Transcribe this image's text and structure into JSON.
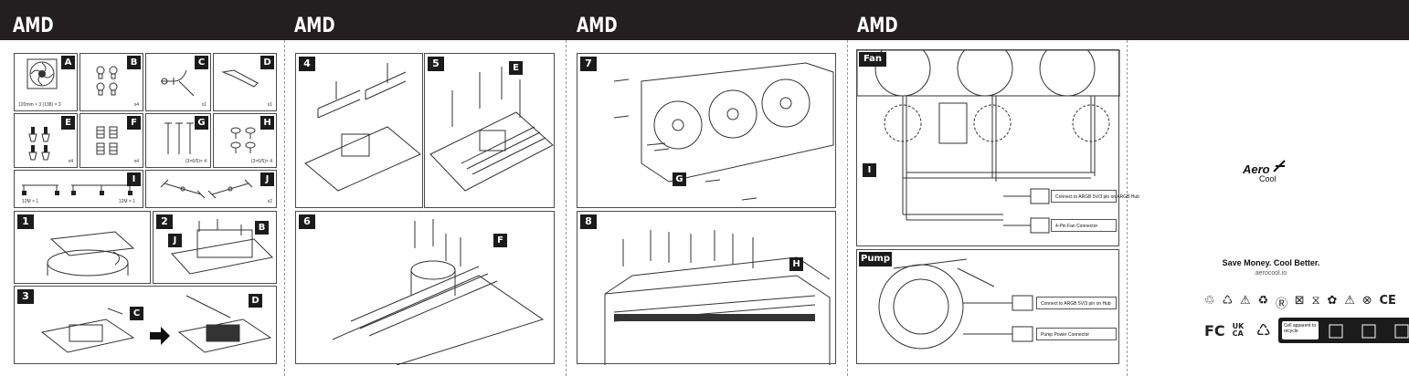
{
  "header": {
    "brand_labels": [
      "AMD",
      "AMD",
      "AMD",
      "AMD"
    ]
  },
  "parts": {
    "A": {
      "tag": "A",
      "caption": "120mm × 3 (138) × 3"
    },
    "B": {
      "tag": "B",
      "caption": "x4"
    },
    "C": {
      "tag": "C",
      "caption": "x1"
    },
    "D": {
      "tag": "D",
      "caption": "x1"
    },
    "E": {
      "tag": "E",
      "caption": "x4"
    },
    "F": {
      "tag": "F",
      "caption": "x4"
    },
    "G": {
      "tag": "G",
      "caption": "(3×6/5)× 4"
    },
    "H": {
      "tag": "H",
      "caption": "(3×6/5)× 4"
    },
    "I": {
      "tag": "I",
      "caption_left": "12M × 1",
      "caption_right": "12M × 1"
    },
    "J": {
      "tag": "J",
      "caption": "x2"
    }
  },
  "steps": {
    "s1": {
      "num": "1"
    },
    "s2": {
      "num": "2",
      "callouts": [
        "J",
        "B"
      ]
    },
    "s3": {
      "num": "3",
      "callouts": [
        "C",
        "D"
      ]
    },
    "s4": {
      "num": "4"
    },
    "s5": {
      "num": "5",
      "callouts": [
        "E"
      ]
    },
    "s6": {
      "num": "6",
      "callouts": [
        "F"
      ]
    },
    "s7": {
      "num": "7",
      "callouts": [
        "G"
      ]
    },
    "s8": {
      "num": "8",
      "callouts": [
        "H"
      ]
    }
  },
  "fan": {
    "title": "Fan",
    "callout": "I",
    "connector1": "Connect to ARGB 5V/3 pin on ARGB Hub",
    "connector2": "4-Pin Fan Connector"
  },
  "pump": {
    "title": "Pump",
    "connector1": "Connect to ARGB 5V/3 pin on Hub",
    "connector2": "Pump Power Connector"
  },
  "brand": {
    "logo_top": "Aero",
    "logo_bottom": "Cool",
    "tagline": "Save Money. Cool Better.",
    "website": "aerocool.io"
  },
  "certifications": {
    "row1": [
      "♲",
      "♺",
      "⚠",
      "♻",
      "Ⓡ",
      "⊠",
      "⧖",
      "✿",
      "⚠",
      "⊗",
      "CE"
    ],
    "row2": [
      "FC",
      "UK CA",
      "♺"
    ],
    "recycle_label": "Cell apparent to recycle"
  }
}
